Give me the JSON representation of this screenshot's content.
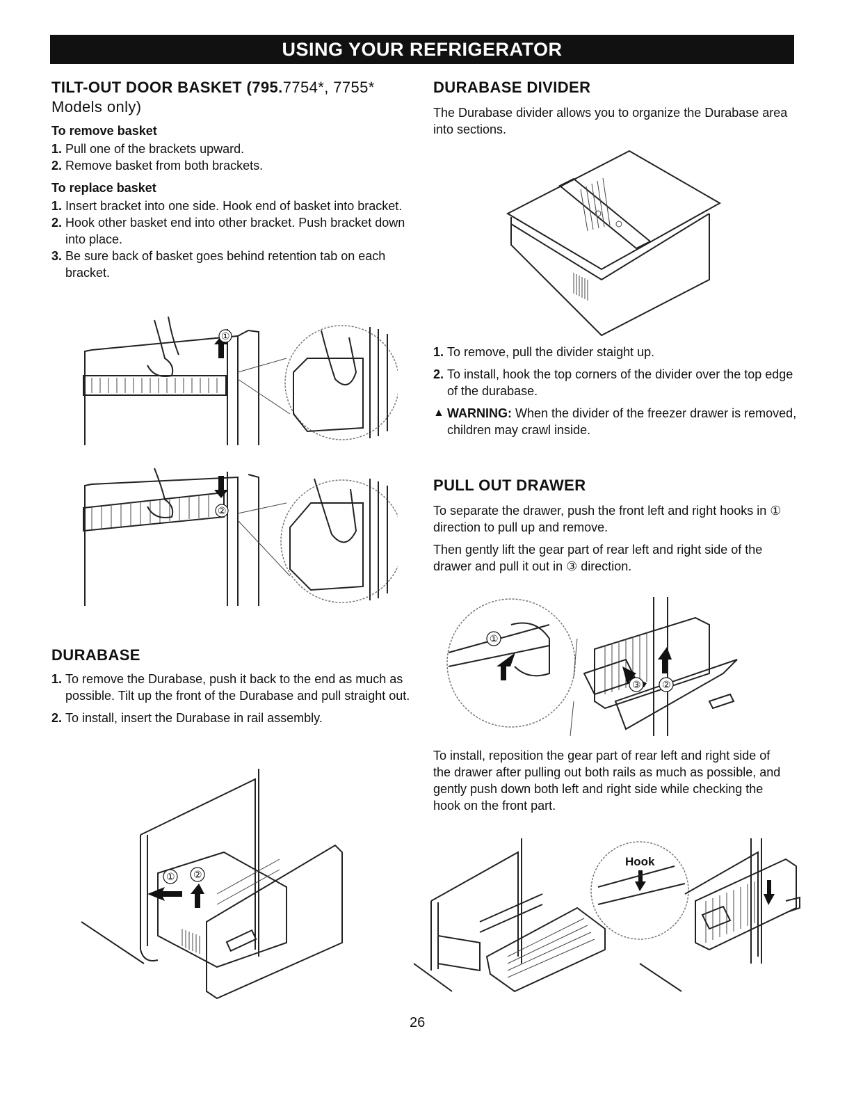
{
  "header": {
    "title": "USING YOUR REFRIGERATOR"
  },
  "tilt_out": {
    "heading_bold": "TILT-OUT DOOR BASKET (795.",
    "heading_normal": "7754*, 7755* Models only)",
    "remove_title": "To remove basket",
    "remove_steps": [
      {
        "num": "1.",
        "text": "Pull one of the brackets upward."
      },
      {
        "num": "2.",
        "text": "Remove basket from both brackets."
      }
    ],
    "replace_title": "To replace basket",
    "replace_steps": [
      {
        "num": "1.",
        "text": "Insert bracket into one side. Hook end of basket into bracket."
      },
      {
        "num": "2.",
        "text": "Hook other basket end into other bracket. Push bracket down into place."
      },
      {
        "num": "3.",
        "text": "Be sure back of basket goes behind retention tab on each bracket."
      }
    ],
    "fig1_label": "①",
    "fig2_label": "②"
  },
  "durabase": {
    "heading": "DURABASE",
    "steps": [
      {
        "num": "1.",
        "text": "To remove the Durabase, push it back to the end as much as possible. Tilt up the front of the Durabase and pull straight out."
      },
      {
        "num": "2.",
        "text": "To install, insert the Durabase in rail assembly."
      }
    ],
    "fig_label_1": "①",
    "fig_label_2": "②"
  },
  "divider": {
    "heading": "DURABASE DIVIDER",
    "intro": "The Durabase divider allows you to organize the Durabase area into sections.",
    "steps": [
      {
        "num": "1.",
        "text": "To remove, pull the divider staight up."
      },
      {
        "num": "2.",
        "text": "To install, hook the top corners of the divider over the top edge of the durabase."
      }
    ],
    "warning_icon": "warning-triangle-icon",
    "warning_label": "WARNING:",
    "warning_text": "When the divider of the freezer drawer is removed, children may crawl inside."
  },
  "pull_out": {
    "heading": "PULL OUT DRAWER",
    "para1": "To separate the drawer, push the front left and right hooks in ① direction to pull up and remove.",
    "para2": "Then gently lift the gear part of rear left and right side of the drawer and pull it out in ③ direction.",
    "para3": "To install, reposition the gear part of rear left and right side of the drawer after pulling out both rails as much as possible, and gently push down both left and right side while checking the hook on the front part.",
    "fig_label_1": "①",
    "fig_label_2": "②",
    "fig_label_3": "③",
    "hook_label": "Hook"
  },
  "footer": {
    "page_number": "26"
  }
}
